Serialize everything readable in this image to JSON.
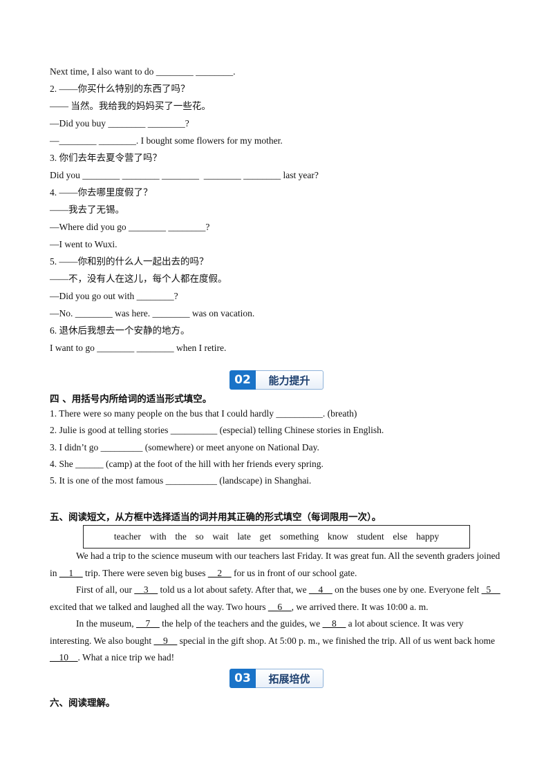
{
  "section_top": {
    "lines": [
      "Next time, I also want to do ________ ________.",
      "2. ——你买什么特别的东西了吗？",
      "—— 当然。我给我的妈妈买了一些花。",
      "—Did you buy ________ ________?",
      "—________ ________. I bought some flowers for my mother.",
      "3. 你们去年去夏令营了吗？",
      "Did you ________ ________ ________  ________ ________ last year?",
      "4. ——你去哪里度假了？",
      "——我去了无锡。",
      "—Where did you go ________ ________?",
      "—I went to Wuxi.",
      "5. ——你和别的什么人一起出去的吗？",
      "——不，没有人在这儿，每个人都在度假。",
      "—Did you go out with ________?",
      "—No. ________ was here. ________ was on vacation.",
      "6. 退休后我想去一个安静的地方。",
      "I want to go ________ ________ when I retire."
    ]
  },
  "badge_02": {
    "num": "02",
    "text": "能力提升"
  },
  "section4": {
    "title": "四 、用括号内所给词的适当形式填空。",
    "items": [
      "1. There were so many people on the bus that I could hardly __________. (breath)",
      "2. Julie is good at telling stories __________ (especial) telling Chinese stories in English.",
      "3. I didn’t go _________ (somewhere) or meet anyone on National Day.",
      "4. She ______ (camp) at the foot of the hill with her friends every spring.",
      "5. It is one of the most famous ___________ (landscape) in Shanghai."
    ]
  },
  "section5": {
    "title": "五、阅读短文，从方框中选择适当的词并用其正确的形式填空（每词限用一次）。",
    "word_bank": "teacher  with  the  so  wait  late  get  something  know  student  else  happy",
    "p1_a": "We had a trip to the science museum with our teachers last Friday. It was great fun. All the seventh graders joined in ",
    "b1": "__1__",
    "p1_b": " trip. There were seven big buses ",
    "b2": "__2__",
    "p1_c": " for us in front of our school gate.",
    "p2_a": "First of all, our ",
    "b3": "__3__",
    "p2_b": " told us a lot about safety. After that, we ",
    "b4": "__4__",
    "p2_c": " on the buses one by one. Everyone felt ",
    "b5": "_5__",
    "p2_d": " excited that we talked and laughed all the way. Two hours ",
    "b6": "__6__",
    "p2_e": ", we arrived there. It was 10:00 a. m.",
    "p3_a": "In the museum, ",
    "b7": "__7__",
    "p3_b": " the help of the teachers and the guides, we ",
    "b8": "__8__",
    "p3_c": " a lot about science. It was very interesting. We also bought ",
    "b9": "__9__",
    "p3_d": " special in the gift shop. At 5:00 p. m., we finished the trip. All of us went back home ",
    "b10": "__10__",
    "p3_e": ". What a nice trip we had!"
  },
  "badge_03": {
    "num": "03",
    "text": "拓展培优"
  },
  "section6": {
    "title": "六、阅读理解。"
  }
}
